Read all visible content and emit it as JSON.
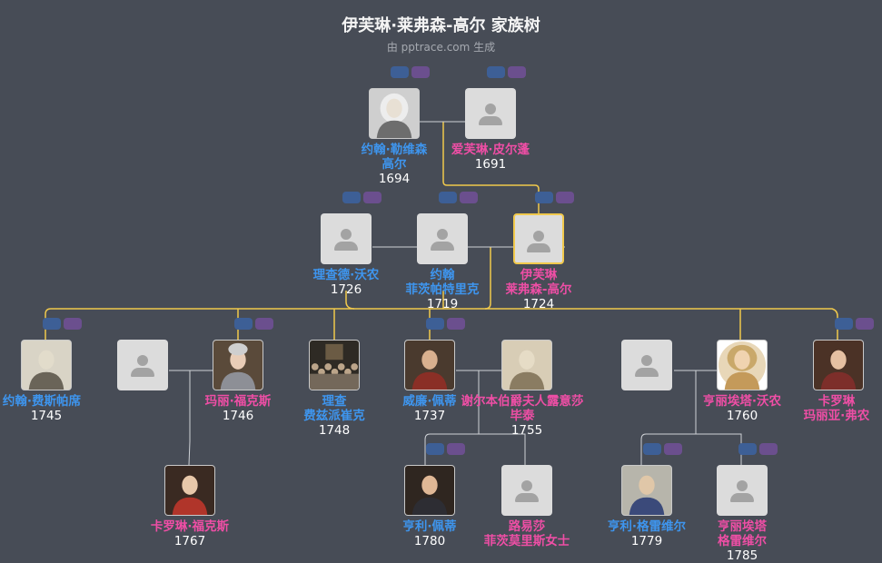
{
  "title": "伊芙琳·莱弗森-高尔 家族树",
  "subtitle": "由 pptrace.com 生成",
  "people": [
    {
      "id": "john_lg",
      "name": [
        "约翰·勒维森",
        "高尔"
      ],
      "year": "1694",
      "gender": "m",
      "photo": "portrait-male-wig",
      "colors": {
        "bg": "#cfcfcf",
        "body": "#6d6d6d",
        "face": "#e8e0d4"
      }
    },
    {
      "id": "evelyn_p",
      "name": [
        "爱芙琳·皮尔蓬"
      ],
      "year": "1691",
      "gender": "f",
      "photo": ""
    },
    {
      "id": "richard_v",
      "name": [
        "理查德·沃农"
      ],
      "year": "1726",
      "gender": "m",
      "photo": ""
    },
    {
      "id": "john_f",
      "name": [
        "约翰",
        "菲茨帕特里克"
      ],
      "year": "1719",
      "gender": "m",
      "photo": ""
    },
    {
      "id": "evelyn",
      "name": [
        "伊芙琳",
        "莱弗森-高尔"
      ],
      "year": "1724",
      "gender": "f",
      "photo": "",
      "focus": true
    },
    {
      "id": "john_fp",
      "name": [
        "约翰·费斯帕席"
      ],
      "year": "1745",
      "gender": "m",
      "photo": "portrait-engraving",
      "colors": {
        "bg": "#d9d4c6",
        "body": "#6a6458",
        "face": "#e2dccb"
      }
    },
    {
      "id": "unk_m1",
      "name": [],
      "year": "",
      "gender": "m",
      "photo": ""
    },
    {
      "id": "mary_fox",
      "name": [
        "玛丽·福克斯"
      ],
      "year": "1746",
      "gender": "f",
      "photo": "portrait-lady-grey",
      "colors": {
        "bg": "#5a4a3a",
        "body": "#8d8f96",
        "face": "#e9cdb7"
      }
    },
    {
      "id": "richard_fz",
      "name": [
        "理查",
        "费兹派崔克"
      ],
      "year": "1748",
      "gender": "m",
      "photo": "portrait-crowd",
      "colors": {
        "bg": "#2e2a24",
        "body": "#74685a",
        "face": "#bca58a"
      }
    },
    {
      "id": "william_p",
      "name": [
        "威廉·佩蒂"
      ],
      "year": "1737",
      "gender": "m",
      "photo": "portrait-man-red",
      "colors": {
        "bg": "#4a3a2e",
        "body": "#8a2f26",
        "face": "#d9b08f"
      }
    },
    {
      "id": "louisa",
      "name": [
        "谢尔本伯爵夫人露意莎",
        "毕泰"
      ],
      "year": "1755",
      "gender": "f",
      "photo": "portrait-sketch",
      "colors": {
        "bg": "#d8cdb6",
        "body": "#8a7c62",
        "face": "#e6dcc6"
      }
    },
    {
      "id": "unk_m2",
      "name": [],
      "year": "",
      "gender": "m",
      "photo": ""
    },
    {
      "id": "henrietta_v",
      "name": [
        "亨丽埃塔·沃农"
      ],
      "year": "1760",
      "gender": "f",
      "photo": "portrait-oval-lady",
      "colors": {
        "bg": "#ffffff",
        "body": "#c49a5a",
        "face": "#f0d3b0"
      }
    },
    {
      "id": "caroline_mf",
      "name": [
        "卡罗琳",
        "玛丽亚·弗农"
      ],
      "year": "",
      "gender": "f",
      "photo": "portrait-lady-dark",
      "colors": {
        "bg": "#4b3226",
        "body": "#7d2e2a",
        "face": "#e6c0a2"
      }
    },
    {
      "id": "caroline_fox",
      "name": [
        "卡罗琳·福克斯"
      ],
      "year": "1767",
      "gender": "f",
      "photo": "portrait-lady-red",
      "colors": {
        "bg": "#3a2a22",
        "body": "#b0352a",
        "face": "#e8c8aa"
      }
    },
    {
      "id": "henry_p",
      "name": [
        "亨利·佩蒂"
      ],
      "year": "1780",
      "gender": "m",
      "photo": "portrait-young-man",
      "colors": {
        "bg": "#2f2620",
        "body": "#2d2d33",
        "face": "#e0b896"
      }
    },
    {
      "id": "louisa_fm",
      "name": [
        "路易莎",
        "菲茨莫里斯女士"
      ],
      "year": "",
      "gender": "f",
      "photo": ""
    },
    {
      "id": "henry_g",
      "name": [
        "亨利·格雷维尔"
      ],
      "year": "1779",
      "gender": "m",
      "photo": "portrait-man-blue",
      "colors": {
        "bg": "#b7b5ab",
        "body": "#3b4a7a",
        "face": "#e0c7a8"
      }
    },
    {
      "id": "henrietta_g",
      "name": [
        "亨丽埃塔",
        "格雷维尔"
      ],
      "year": "1785",
      "gender": "f",
      "photo": ""
    }
  ]
}
